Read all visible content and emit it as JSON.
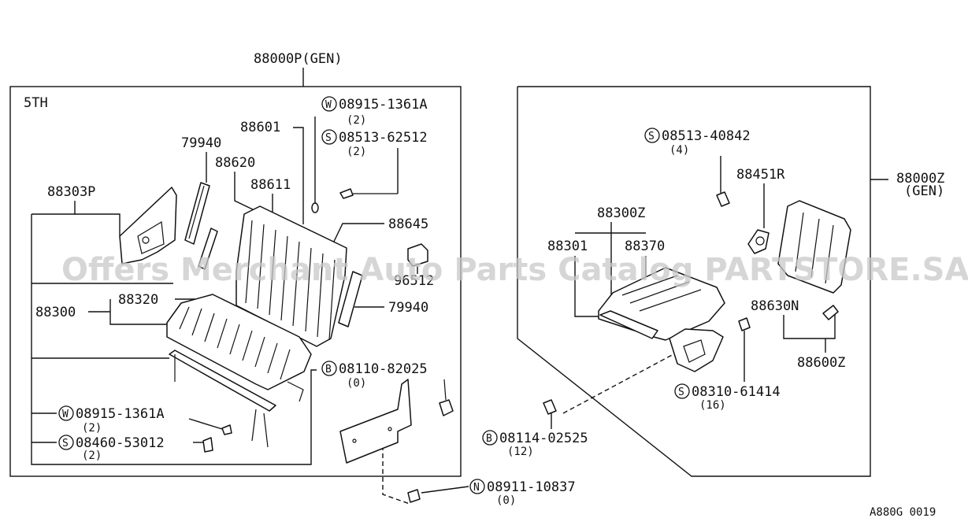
{
  "diagram": {
    "left_assembly": {
      "assembly_code": "88000P(GEN)",
      "row_label": "5TH",
      "parts": {
        "p88601": "88601",
        "p79940a": "79940",
        "p88620": "88620",
        "p88611": "88611",
        "p88303P": "88303P",
        "p88645": "88645",
        "p96512": "96512",
        "p88300": "88300",
        "p88320": "88320",
        "p79940b": "79940"
      },
      "fasteners": [
        {
          "prefix": "W",
          "code": "08915-1361A",
          "qty": "(2)"
        },
        {
          "prefix": "S",
          "code": "08513-62512",
          "qty": "(2)"
        },
        {
          "prefix": "B",
          "code": "08110-82025",
          "qty": "(0)"
        },
        {
          "prefix": "W",
          "code": "08915-1361A",
          "qty": "(2)"
        },
        {
          "prefix": "S",
          "code": "08460-53012",
          "qty": "(2)"
        },
        {
          "prefix": "N",
          "code": "08911-10837",
          "qty": "(0)"
        }
      ]
    },
    "right_assembly": {
      "assembly_code": "88000Z",
      "assembly_sub": "(GEN)",
      "parts": {
        "p88300Z": "88300Z",
        "p88301": "88301",
        "p88370": "88370",
        "p88451R": "88451R",
        "p88630N": "88630N",
        "p88600Z": "88600Z"
      },
      "fasteners": [
        {
          "prefix": "S",
          "code": "08513-40842",
          "qty": "(4)"
        },
        {
          "prefix": "S",
          "code": "08310-61414",
          "qty": "(16)"
        },
        {
          "prefix": "B",
          "code": "08114-02525",
          "qty": "(12)"
        }
      ]
    },
    "watermark": "Offers Merchant Auto Parts Catalog PARTSTORE.SA",
    "figure_code": "A880G 0019"
  }
}
